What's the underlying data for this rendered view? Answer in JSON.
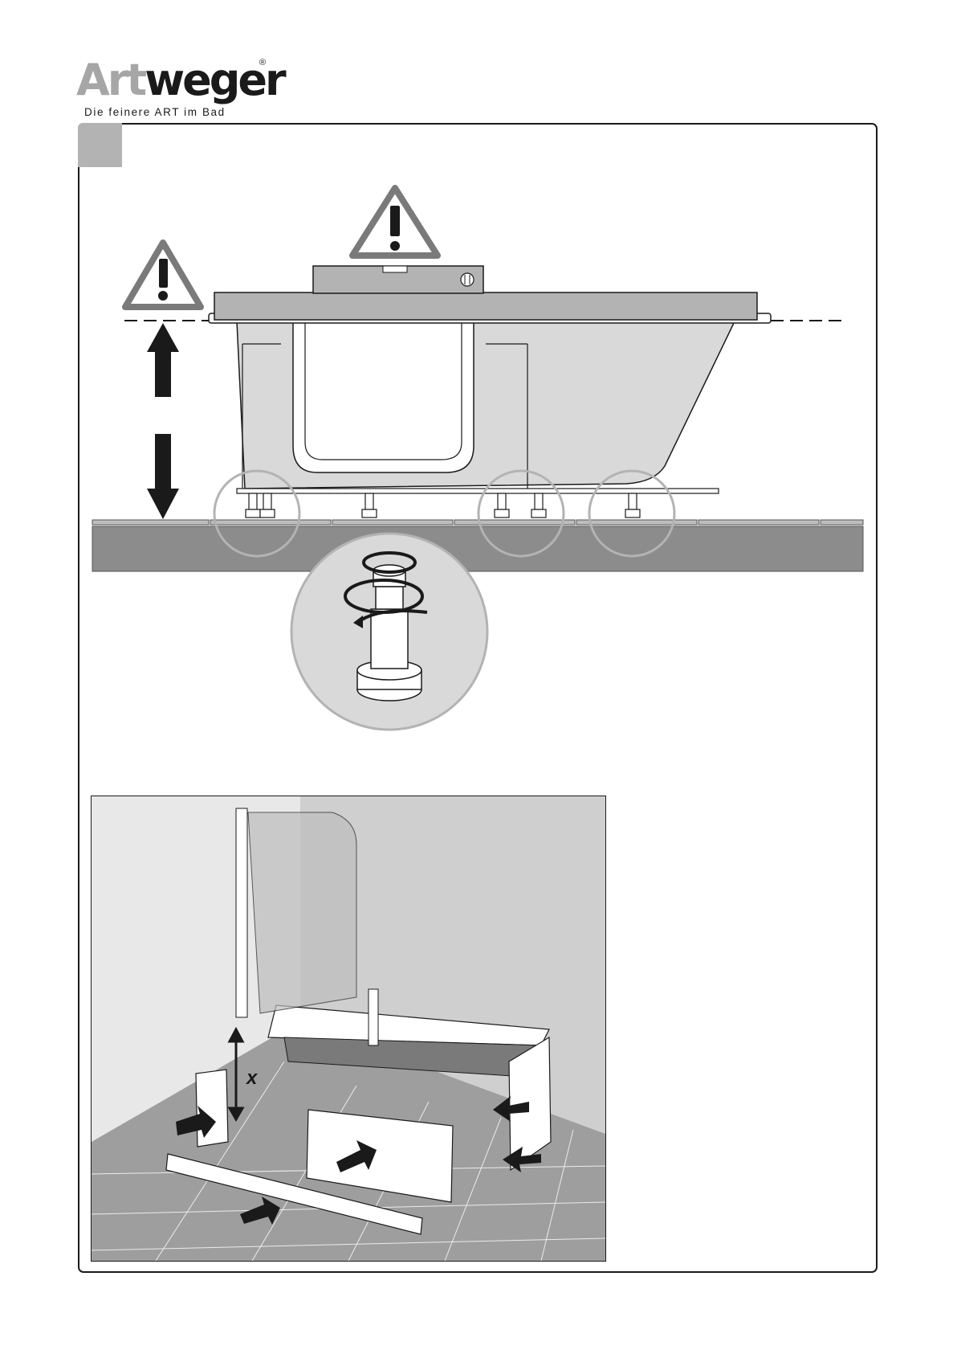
{
  "brand": {
    "name_part1": "Art",
    "name_part2": "weger",
    "registered_mark": "®",
    "tagline": "Die feinere ART im Bad"
  },
  "figure_bottom": {
    "dimension_label": "x"
  },
  "colors": {
    "frame": "#1a1a1a",
    "corner_tab": "#b3b3b3",
    "logo_grey": "#a6a6a6",
    "warning_grey": "#7a7a7a",
    "floor_grey": "#8c8c8c",
    "tub_grey": "#d9d9d9"
  },
  "icons": [
    "warning-triangle-icon",
    "level-tool-icon",
    "arrow-up-icon",
    "arrow-down-icon",
    "rotate-arrows-icon",
    "push-arrow-icon"
  ]
}
